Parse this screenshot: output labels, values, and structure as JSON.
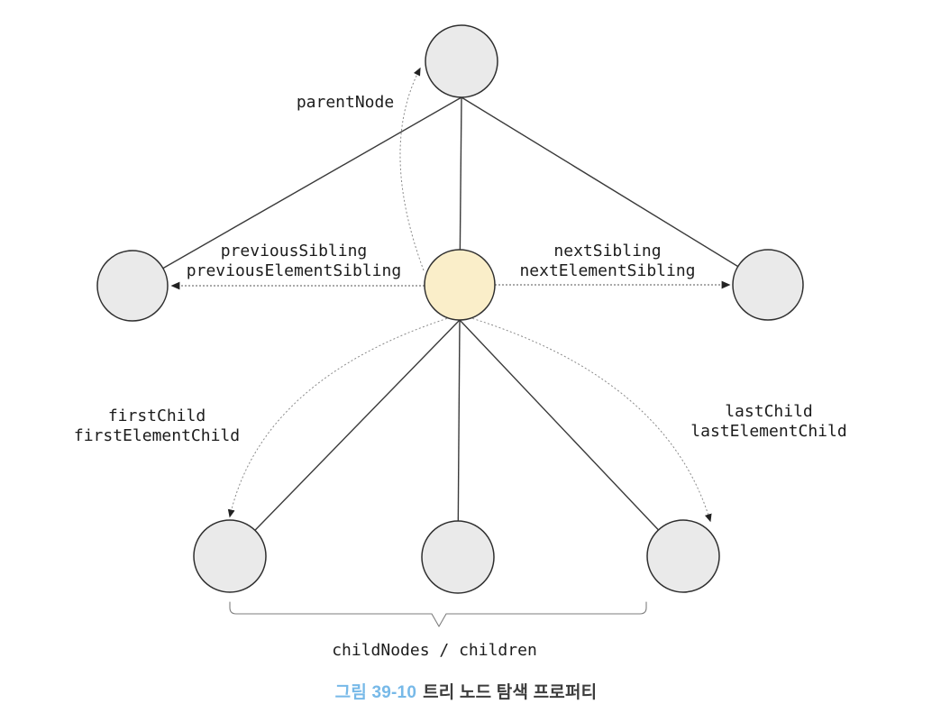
{
  "diagram": {
    "labels": {
      "parent_node": "parentNode",
      "previous_sibling_line1": "previousSibling",
      "previous_sibling_line2": "previousElementSibling",
      "next_sibling_line1": "nextSibling",
      "next_sibling_line2": "nextElementSibling",
      "first_child_line1": "firstChild",
      "first_child_line2": "firstElementChild",
      "last_child_line1": "lastChild",
      "last_child_line2": "lastElementChild",
      "child_nodes": "childNodes / children"
    },
    "colors": {
      "node_fill": "#eaeaea",
      "current_node_fill": "#faeec9",
      "node_stroke": "#2f2f2f",
      "label_text": "#1c1c1c",
      "caption_label_blue": "#77b9e8"
    }
  },
  "caption": {
    "figure_label": "그림 39-10",
    "text": "트리 노드 탐색 프로퍼티"
  }
}
